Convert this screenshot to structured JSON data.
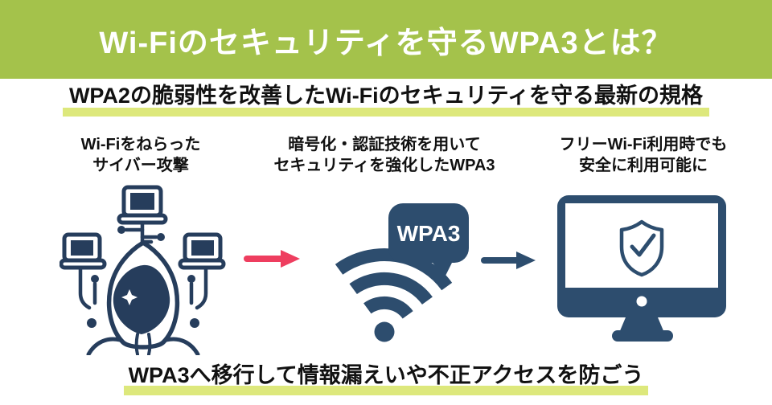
{
  "colors": {
    "banner_green": "#a4c24b",
    "highlight_yellow_green": "#dde87c",
    "navy": "#2d4d6e",
    "navy_dark": "#263d5c",
    "arrow_pink": "#ee3e5f",
    "text": "#111111",
    "background": "#ffffff"
  },
  "banner": {
    "title": "Wi-Fiのセキュリティを守るWPA3とは？"
  },
  "headline": {
    "text": "WPA2の脆弱性を改善したWi-Fiのセキュリティを守る最新の規格"
  },
  "steps": [
    {
      "caption_line1": "Wi-Fiをねらった",
      "caption_line2": "サイバー攻撃",
      "icon": "hacker-with-laptops-icon"
    },
    {
      "caption_line1": "暗号化・認証技術を用いて",
      "caption_line2": "セキュリティを強化したWPA3",
      "icon": "wifi-signal-wpa3-icon"
    },
    {
      "caption_line1": "フリーWi-Fi利用時でも",
      "caption_line2": "安全に利用可能に",
      "icon": "monitor-shield-icon"
    }
  ],
  "wifi_badge": {
    "label": "WPA3"
  },
  "arrows": [
    {
      "name": "arrow-attack-to-wpa3",
      "color": "#ee3e5f"
    },
    {
      "name": "arrow-wpa3-to-safe",
      "color": "#2d4d6e"
    }
  ],
  "footer": {
    "text": "WPA3へ移行して情報漏えいや不正アクセスを防ごう"
  }
}
